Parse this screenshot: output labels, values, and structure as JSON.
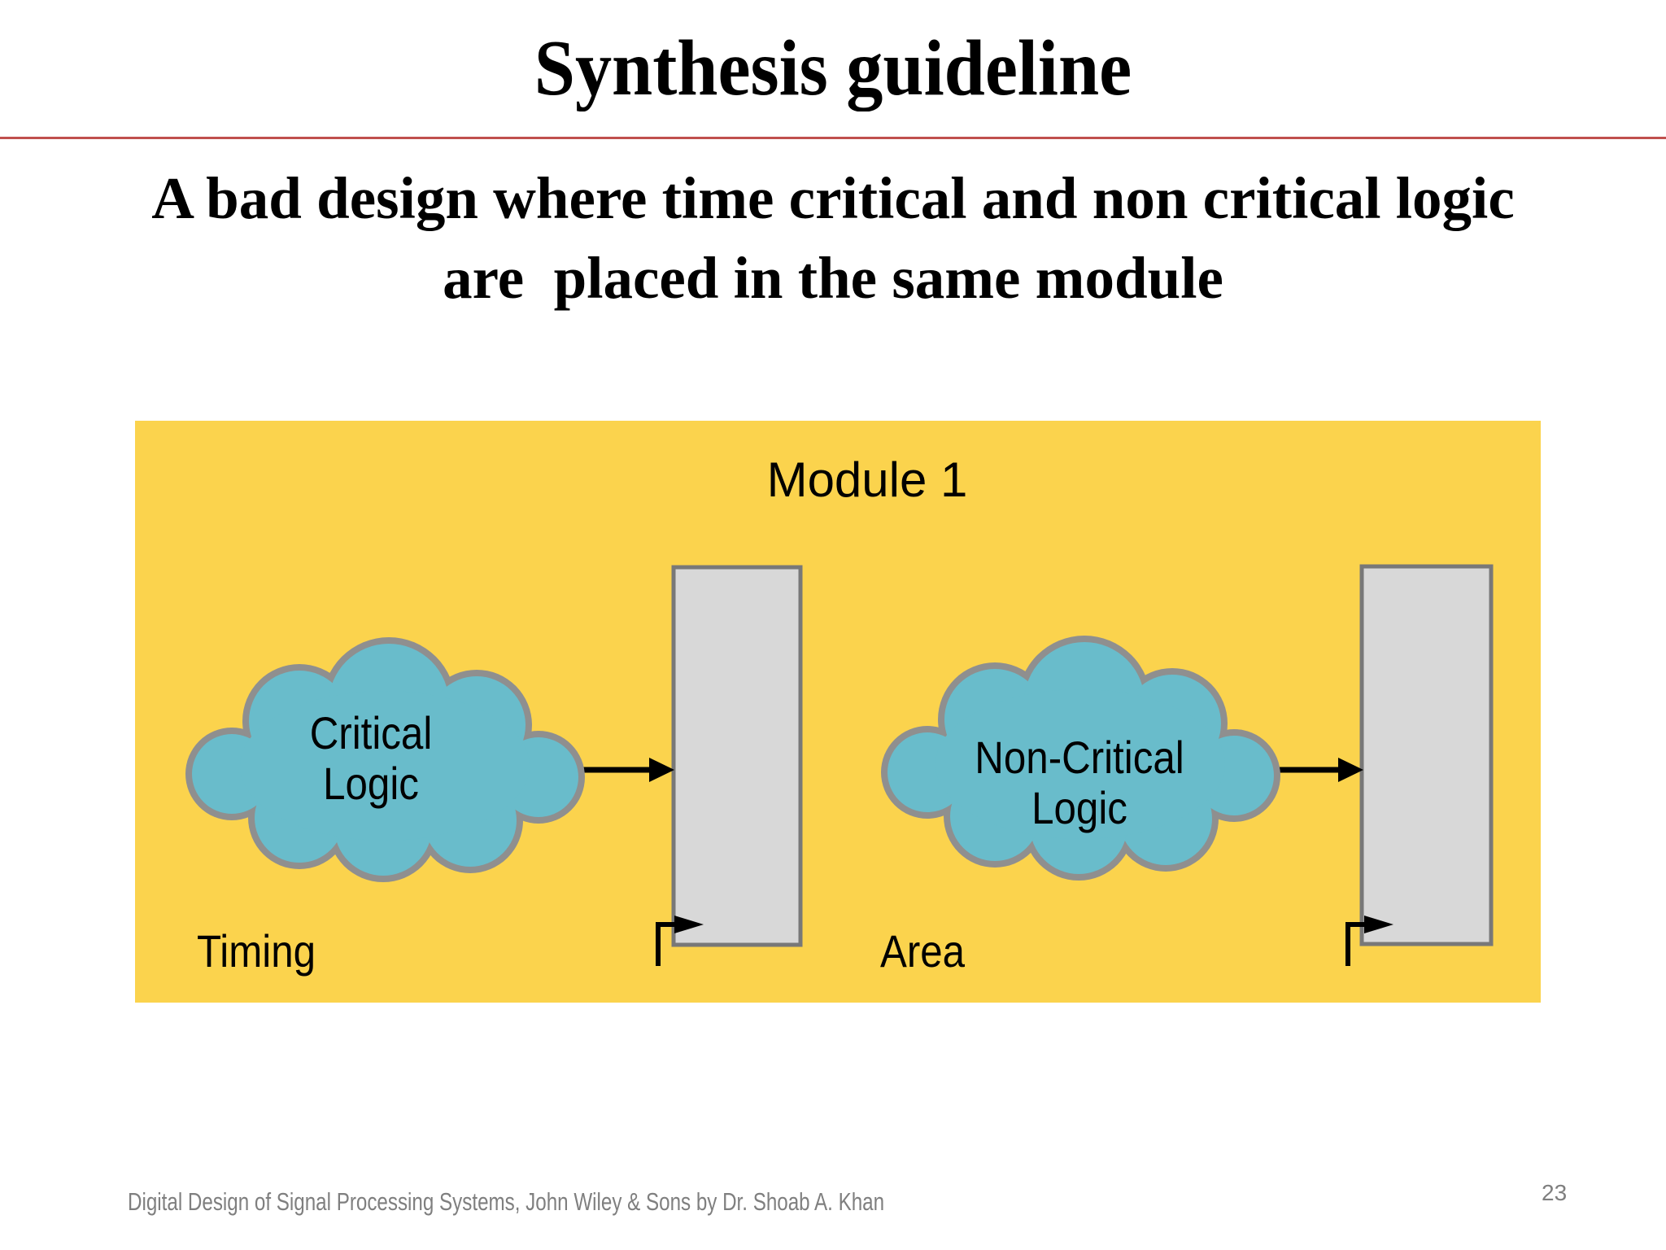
{
  "slide": {
    "title": "Synthesis guideline",
    "subtitle": "A bad design where time critical and non critical logic\nare  placed in the same module",
    "footer": "Digital Design of Signal Processing Systems, John Wiley & Sons by Dr. Shoab A. Khan",
    "page_number": "23"
  },
  "diagram": {
    "module_label": "Module 1",
    "critical_cloud_label": "Critical\nLogic",
    "non_critical_cloud_label": "Non-Critical\nLogic",
    "timing_caption": "Timing",
    "area_caption": "Area"
  },
  "colors": {
    "module-bg": "#FBD34D",
    "cloud-fill": "#69BCCB",
    "cloud-border": "#8F8F8F",
    "register-fill": "#D8D8D8",
    "register-border": "#787878",
    "divider-red": "#C0504D",
    "footer-gray": "#7F7F7F",
    "text-black": "#000000",
    "arrow-black": "#000000"
  }
}
